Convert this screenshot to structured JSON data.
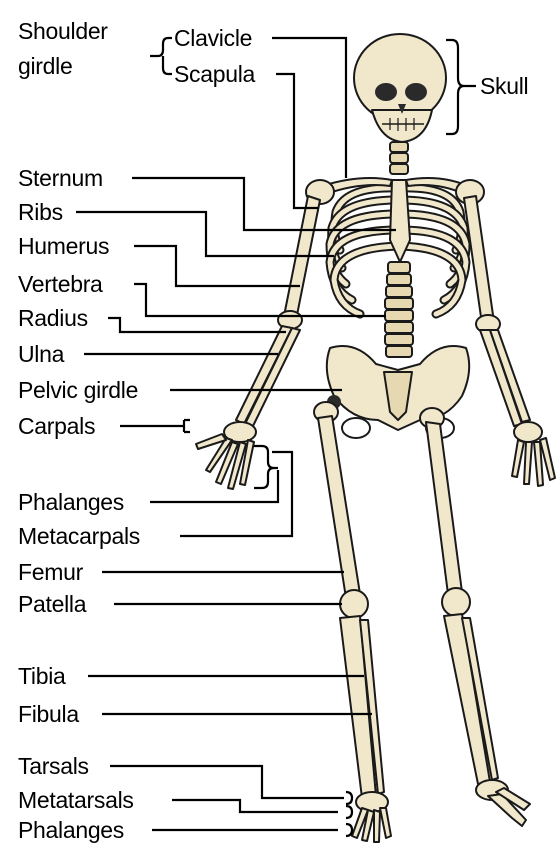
{
  "labels": {
    "shoulder_girdle_1": "Shoulder",
    "shoulder_girdle_2": "girdle",
    "clavicle": "Clavicle",
    "scapula": "Scapula",
    "skull": "Skull",
    "sternum": "Sternum",
    "ribs": "Ribs",
    "humerus": "Humerus",
    "vertebra": "Vertebra",
    "radius": "Radius",
    "ulna": "Ulna",
    "pelvic_girdle": "Pelvic girdle",
    "carpals": "Carpals",
    "phalanges_hand": "Phalanges",
    "metacarpals": "Metacarpals",
    "femur": "Femur",
    "patella": "Patella",
    "tibia": "Tibia",
    "fibula": "Fibula",
    "tarsals": "Tarsals",
    "metatarsals": "Metatarsals",
    "phalanges_foot": "Phalanges"
  },
  "colors": {
    "bone": "#f1e8cc",
    "outline": "#1a1a1a",
    "text": "#000000",
    "background": "#ffffff"
  }
}
